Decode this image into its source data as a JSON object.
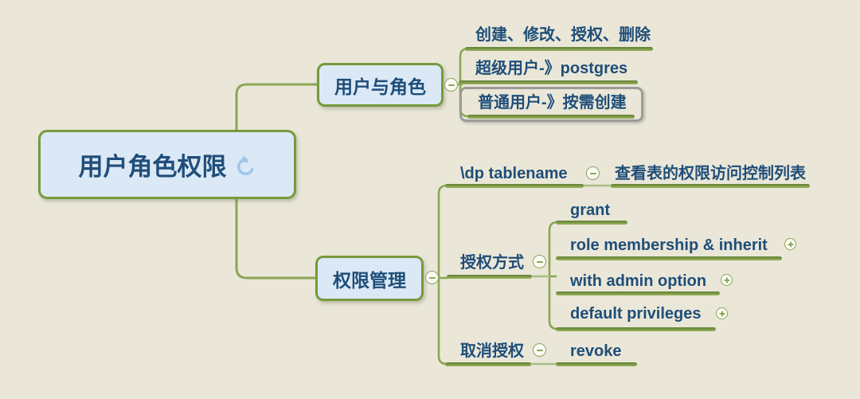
{
  "mindmap": {
    "root": {
      "label": "用户角色权限",
      "marker_icon": "rotate-ccw-icon"
    },
    "branches": [
      {
        "label": "用户与角色",
        "collapse_icon": "minus",
        "children": [
          {
            "label": "创建、修改、授权、删除"
          },
          {
            "label": "超级用户-》postgres"
          },
          {
            "label": "普通用户-》按需创建",
            "selected": true
          }
        ]
      },
      {
        "label": "权限管理",
        "collapse_icon": "minus",
        "children": [
          {
            "label": "\\dp tablename",
            "collapse_icon": "minus",
            "children": [
              {
                "label": "查看表的权限访问控制列表"
              }
            ]
          },
          {
            "label": "授权方式",
            "collapse_icon": "minus",
            "children": [
              {
                "label": "grant"
              },
              {
                "label": "role membership & inherit",
                "expand_icon": "plus"
              },
              {
                "label": "with admin option",
                "expand_icon": "plus"
              },
              {
                "label": "default privileges",
                "expand_icon": "plus"
              }
            ]
          },
          {
            "label": "取消授权",
            "collapse_icon": "minus",
            "children": [
              {
                "label": "revoke"
              }
            ]
          }
        ]
      }
    ],
    "colors": {
      "background": "#eae7d8",
      "branch_line": "#8ba655",
      "underline_dark": "#5f7f33",
      "underline_light": "#9cb45f",
      "node_fill": "#dbe8f6",
      "node_border": "#769b3c",
      "text": "#1f4e79",
      "selection_border": "#9b9b97",
      "marker_blue": "#9fc5ea"
    }
  }
}
